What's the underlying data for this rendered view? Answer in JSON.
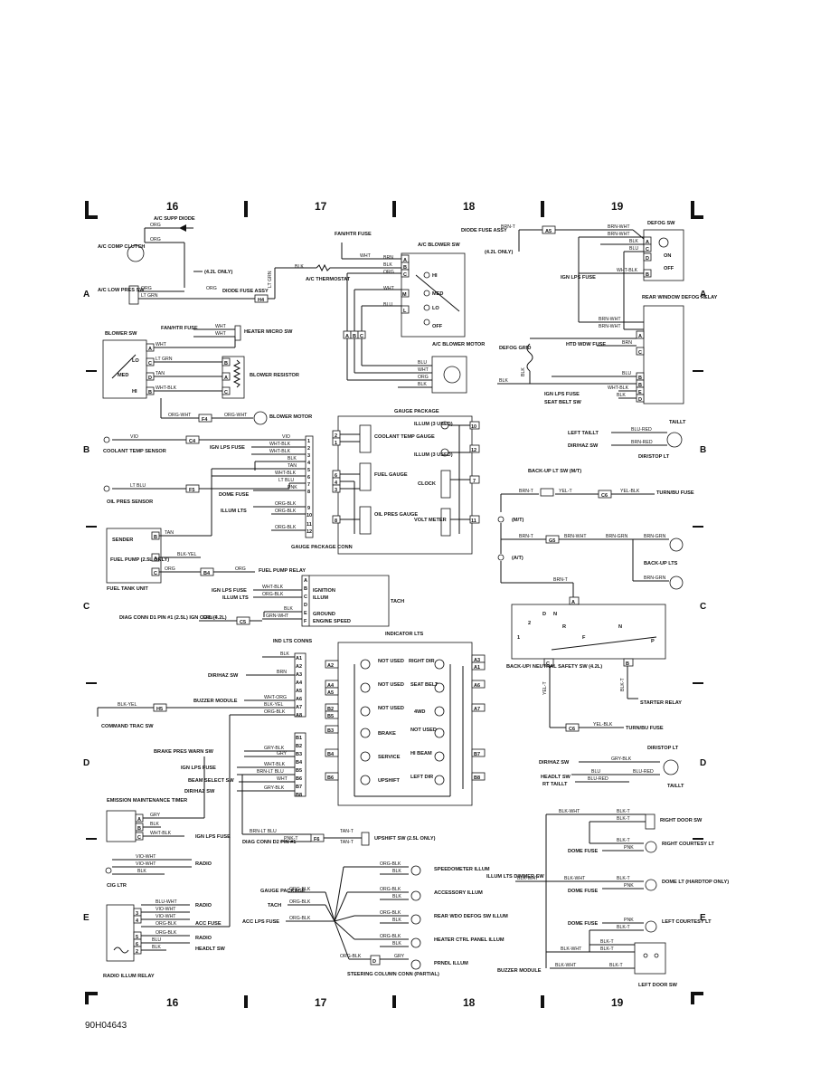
{
  "columns": [
    "16",
    "17",
    "18",
    "19"
  ],
  "rows": [
    "A",
    "B",
    "C",
    "D",
    "E"
  ],
  "doc_id": "90H04643",
  "components": {
    "ac_supp_diode": "A/C SUPP DIODE",
    "ac_comp_clutch": "A/C COMP CLUTCH",
    "ac_low_pres_sw": "A/C LOW PRES SW",
    "diode_fuse_assy_left": "DIODE FUSE ASSY",
    "l42_only": "(4.2L ONLY)",
    "fan_htr_fuse_top": "FAN/HTR FUSE",
    "ac_thermostat": "A/C THERMOSTAT",
    "ac_blower_sw": "A/C BLOWER SW",
    "ac_blower_motor": "A/C BLOWER MOTOR",
    "diode_fuse_assy_right": "DIODE FUSE ASSY",
    "defog_sw": "DEFOG SW",
    "ign_lps_fuse_defog": "IGN LPS FUSE",
    "rear_window_defog_relay": "REAR WINDOW DEFOG RELAY",
    "defog_grid": "DEFOG GRID",
    "htd_wdw_fuse": "HTD WDW FUSE",
    "blower_sw": "BLOWER SW",
    "fan_htr_fuse_left": "FAN/HTR FUSE",
    "heater_micro_sw": "HEATER MICRO SW",
    "blower_resistor": "BLOWER RESISTOR",
    "blower_motor": "BLOWER MOTOR",
    "gauge_package": "GAUGE PACKAGE",
    "coolant_temp_sensor": "COOLANT TEMP SENSOR",
    "oil_pres_sensor": "OIL PRES SENSOR",
    "sender": "SENDER",
    "fuel_pump": "FUEL PUMP (2.5L ONLY)",
    "fuel_tank_unit": "FUEL TANK UNIT",
    "gauge_package_conn": "GAUGE PACKAGE CONN",
    "fuel_pump_relay": "FUEL PUMP RELAY",
    "tach": "TACH",
    "diag_conn": "DIAG CONN D1 PIN #1 (2.5L) IGN COIL (4.2L)",
    "taillt_right": "TAILLT",
    "left_taillt": "LEFT TAILLT",
    "dir_haz_sw_b": "DIR/HAZ SW",
    "dir_stop_lt_b": "DIR/STOP LT",
    "backup_lt_sw": "BACK-UP LT SW (M/T)",
    "turn_bu_fuse": "TURN/BU FUSE",
    "mt": "(M/T)",
    "at": "(A/T)",
    "backup_lts": "BACK-UP LTS",
    "backup_neutral_sw": "BACK-UP/ NEUTRAL SAFETY SW (4.2L)",
    "starter_relay": "STARTER RELAY",
    "turn_bu_fuse_2": "TURN/BU FUSE",
    "ind_lts_conns": "IND LTS CONNS",
    "indicator_lts": "INDICATOR LTS",
    "buzzer_module": "BUZZER MODULE",
    "command_trac_sw": "COMMAND TRAC SW",
    "brake_pres_warn_sw": "BRAKE PRES WARN SW",
    "ign_lps_fuse_d": "IGN LPS FUSE",
    "beam_select_sw": "BEAM SELECT SW",
    "dir_haz_sw_d": "DIR/HAZ SW",
    "dir_stop_lt_d": "DIR/STOP LT",
    "dir_haz_sw_d2": "DIR/HAZ SW",
    "headlt_sw_d": "HEADLT SW",
    "rt_taillt": "RT TAILLT",
    "taillt_d": "TAILLT",
    "emission_timer": "EMISSION MAINTENANCE TIMER",
    "ign_lps_fuse_e": "IGN LPS FUSE",
    "diag_conn_d2": "DIAG CONN D2 PIN #1",
    "upshift_sw": "UPSHIFT SW (2.5L ONLY)",
    "cig_ltr": "CIG LTR",
    "radio": "RADIO",
    "radio_2": "RADIO",
    "acc_fuse": "ACC FUSE",
    "radio_3": "RADIO",
    "headlt_sw_e": "HEADLT SW",
    "radio_illum_relay": "RADIO ILLUM RELAY",
    "gauge_package_e": "GAUGE PACKAGE",
    "tach_e": "TACH",
    "acc_lps_fuse": "ACC LPS FUSE",
    "speedometer_illum": "SPEEDOMETER ILLUM",
    "accessory_illum": "ACCESSORY ILLUM",
    "rear_wdo_defog_illum": "REAR WDO DEFOG SW ILLUM",
    "heater_ctrl_illum": "HEATER CTRL PANEL ILLUM",
    "prndl_illum": "PRNDL ILLUM",
    "steering_column_conn": "STEERING COLUMN CONN (PARTIAL)",
    "illum_lts_dimmer_sw": "ILLUM LTS DIMMER SW",
    "right_door_sw": "RIGHT DOOR SW",
    "dome_fuse_1": "DOME FUSE",
    "right_courtesy_lt": "RIGHT COURTESY LT",
    "dome_lt": "DOME LT (HARDTOP ONLY)",
    "dome_fuse_2": "DOME FUSE",
    "dome_fuse_3": "DOME FUSE",
    "left_courtesy_lt": "LEFT COURTESY LT",
    "buzzer_module_e": "BUZZER MODULE",
    "left_door_sw": "LEFT DOOR SW"
  },
  "gauges": [
    "COOLANT TEMP GAUGE",
    "FUEL GAUGE",
    "OIL PRES GAUGE",
    "CLOCK",
    "VOLT METER",
    "ILLUM (3 USED)",
    "ILLUM (3 USED)"
  ],
  "gauge_conn_labels": [
    "IGN LPS FUSE",
    "DOME FUSE",
    "ILLUM LTS"
  ],
  "indicators": [
    "NOT USED",
    "NOT USED",
    "NOT USED",
    "BRAKE",
    "SERVICE",
    "UPSHIFT",
    "RIGHT DIR",
    "SEAT BELT",
    "4WD",
    "NOT USED",
    "HI BEAM",
    "LEFT DIR"
  ],
  "tach_pins": [
    "A",
    "B",
    "C",
    "D",
    "E",
    "F"
  ],
  "tach_funcs": [
    "IGNITION",
    "ILLUM",
    "GROUND",
    "ENGINE SPEED"
  ],
  "blower_sw_positions": [
    "HI",
    "MED",
    "LO",
    "OFF"
  ],
  "defog_positions": [
    "ON",
    "OFF"
  ],
  "blower_sw_pos_left": [
    "LO",
    "MED",
    "HI"
  ],
  "gear_positions": [
    "P",
    "R",
    "N",
    "D",
    "2",
    "1"
  ],
  "connectors": [
    "H4",
    "F4",
    "C4",
    "F5",
    "B4",
    "C5",
    "A5",
    "C6",
    "G5",
    "C6",
    "H5",
    "F6",
    "A1",
    "A2",
    "A3",
    "A4",
    "A5",
    "A6",
    "A7",
    "A8",
    "B1",
    "B2",
    "B3",
    "B4",
    "B5",
    "B6",
    "B7",
    "B8",
    "D"
  ],
  "wire_colors": [
    "ORG",
    "LT GRN",
    "TAN",
    "WHT-BLK",
    "BLK",
    "BRN",
    "WHT",
    "BLU",
    "VIO",
    "PNK",
    "ORG-BLK",
    "BLK-YEL",
    "GRY",
    "BRN-T",
    "YEL-T",
    "YEL-BLK",
    "BRN-WHT",
    "BRN-GRN",
    "BLU-RED",
    "GRY-BLK",
    "BRN-LT BLU",
    "TAN-T",
    "PNK-T",
    "VIO-WHT",
    "BLU-WHT",
    "BLK-T",
    "BLK-WHT",
    "GRN-T",
    "GRN-WHT",
    "ORG-WHT",
    "WHT-ORG"
  ]
}
